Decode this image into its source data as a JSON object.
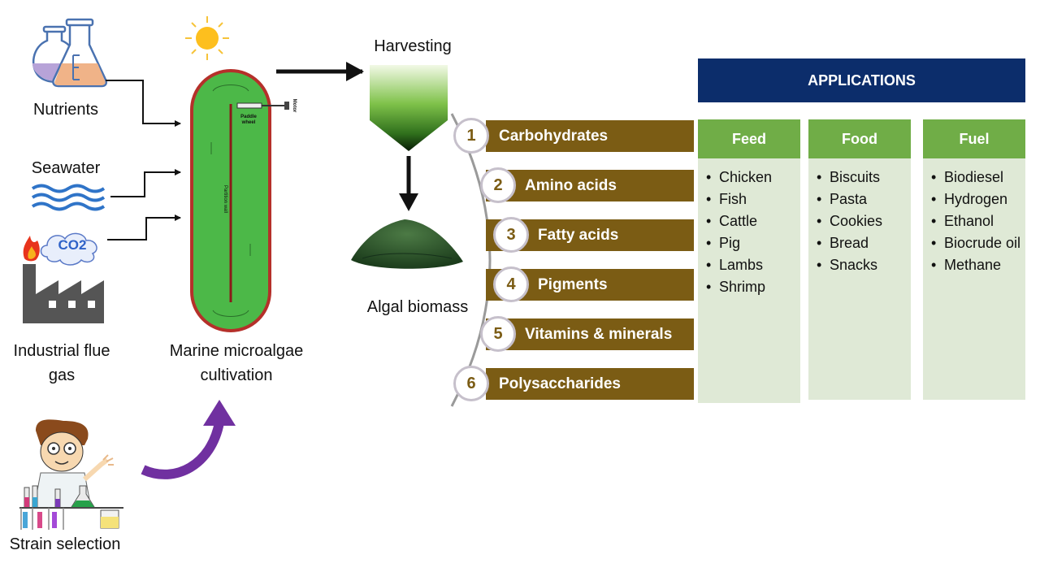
{
  "inputs": {
    "nutrients": "Nutrients",
    "seawater": "Seawater",
    "co2": "CO2",
    "flue_gas": "Industrial flue gas"
  },
  "reactor": {
    "label": "Marine microalgae cultivation",
    "paddle_wheel": "Paddle wheel",
    "partition_wall": "Partition wall",
    "motor": "Motor"
  },
  "harvesting": "Harvesting",
  "algal_biomass": "Algal biomass",
  "strain_selection": "Strain selection",
  "products": [
    {
      "num": "1",
      "label": "Carbohydrates"
    },
    {
      "num": "2",
      "label": "Amino acids"
    },
    {
      "num": "3",
      "label": "Fatty acids"
    },
    {
      "num": "4",
      "label": "Pigments"
    },
    {
      "num": "5",
      "label": "Vitamins & minerals"
    },
    {
      "num": "6",
      "label": "Polysaccharides"
    }
  ],
  "applications": {
    "title": "APPLICATIONS",
    "columns": [
      {
        "title": "Feed",
        "items": [
          "Chicken",
          "Fish",
          "Cattle",
          "Pig",
          "Lambs",
          "Shrimp"
        ]
      },
      {
        "title": "Food",
        "items": [
          "Biscuits",
          "Pasta",
          "Cookies",
          "Bread",
          "Snacks"
        ]
      },
      {
        "title": "Fuel",
        "items": [
          "Biodiesel",
          "Hydrogen",
          "Ethanol",
          "Biocrude oil",
          "Methane"
        ]
      }
    ]
  },
  "colors": {
    "product_bar": "#7b5c14",
    "header_blue": "#0c2d6b",
    "column_head": "#70ad47",
    "column_body": "#dfe9d6",
    "reactor_border": "#b5302a",
    "reactor_fill": "#4cb848",
    "arrow_purple": "#7030a0"
  }
}
